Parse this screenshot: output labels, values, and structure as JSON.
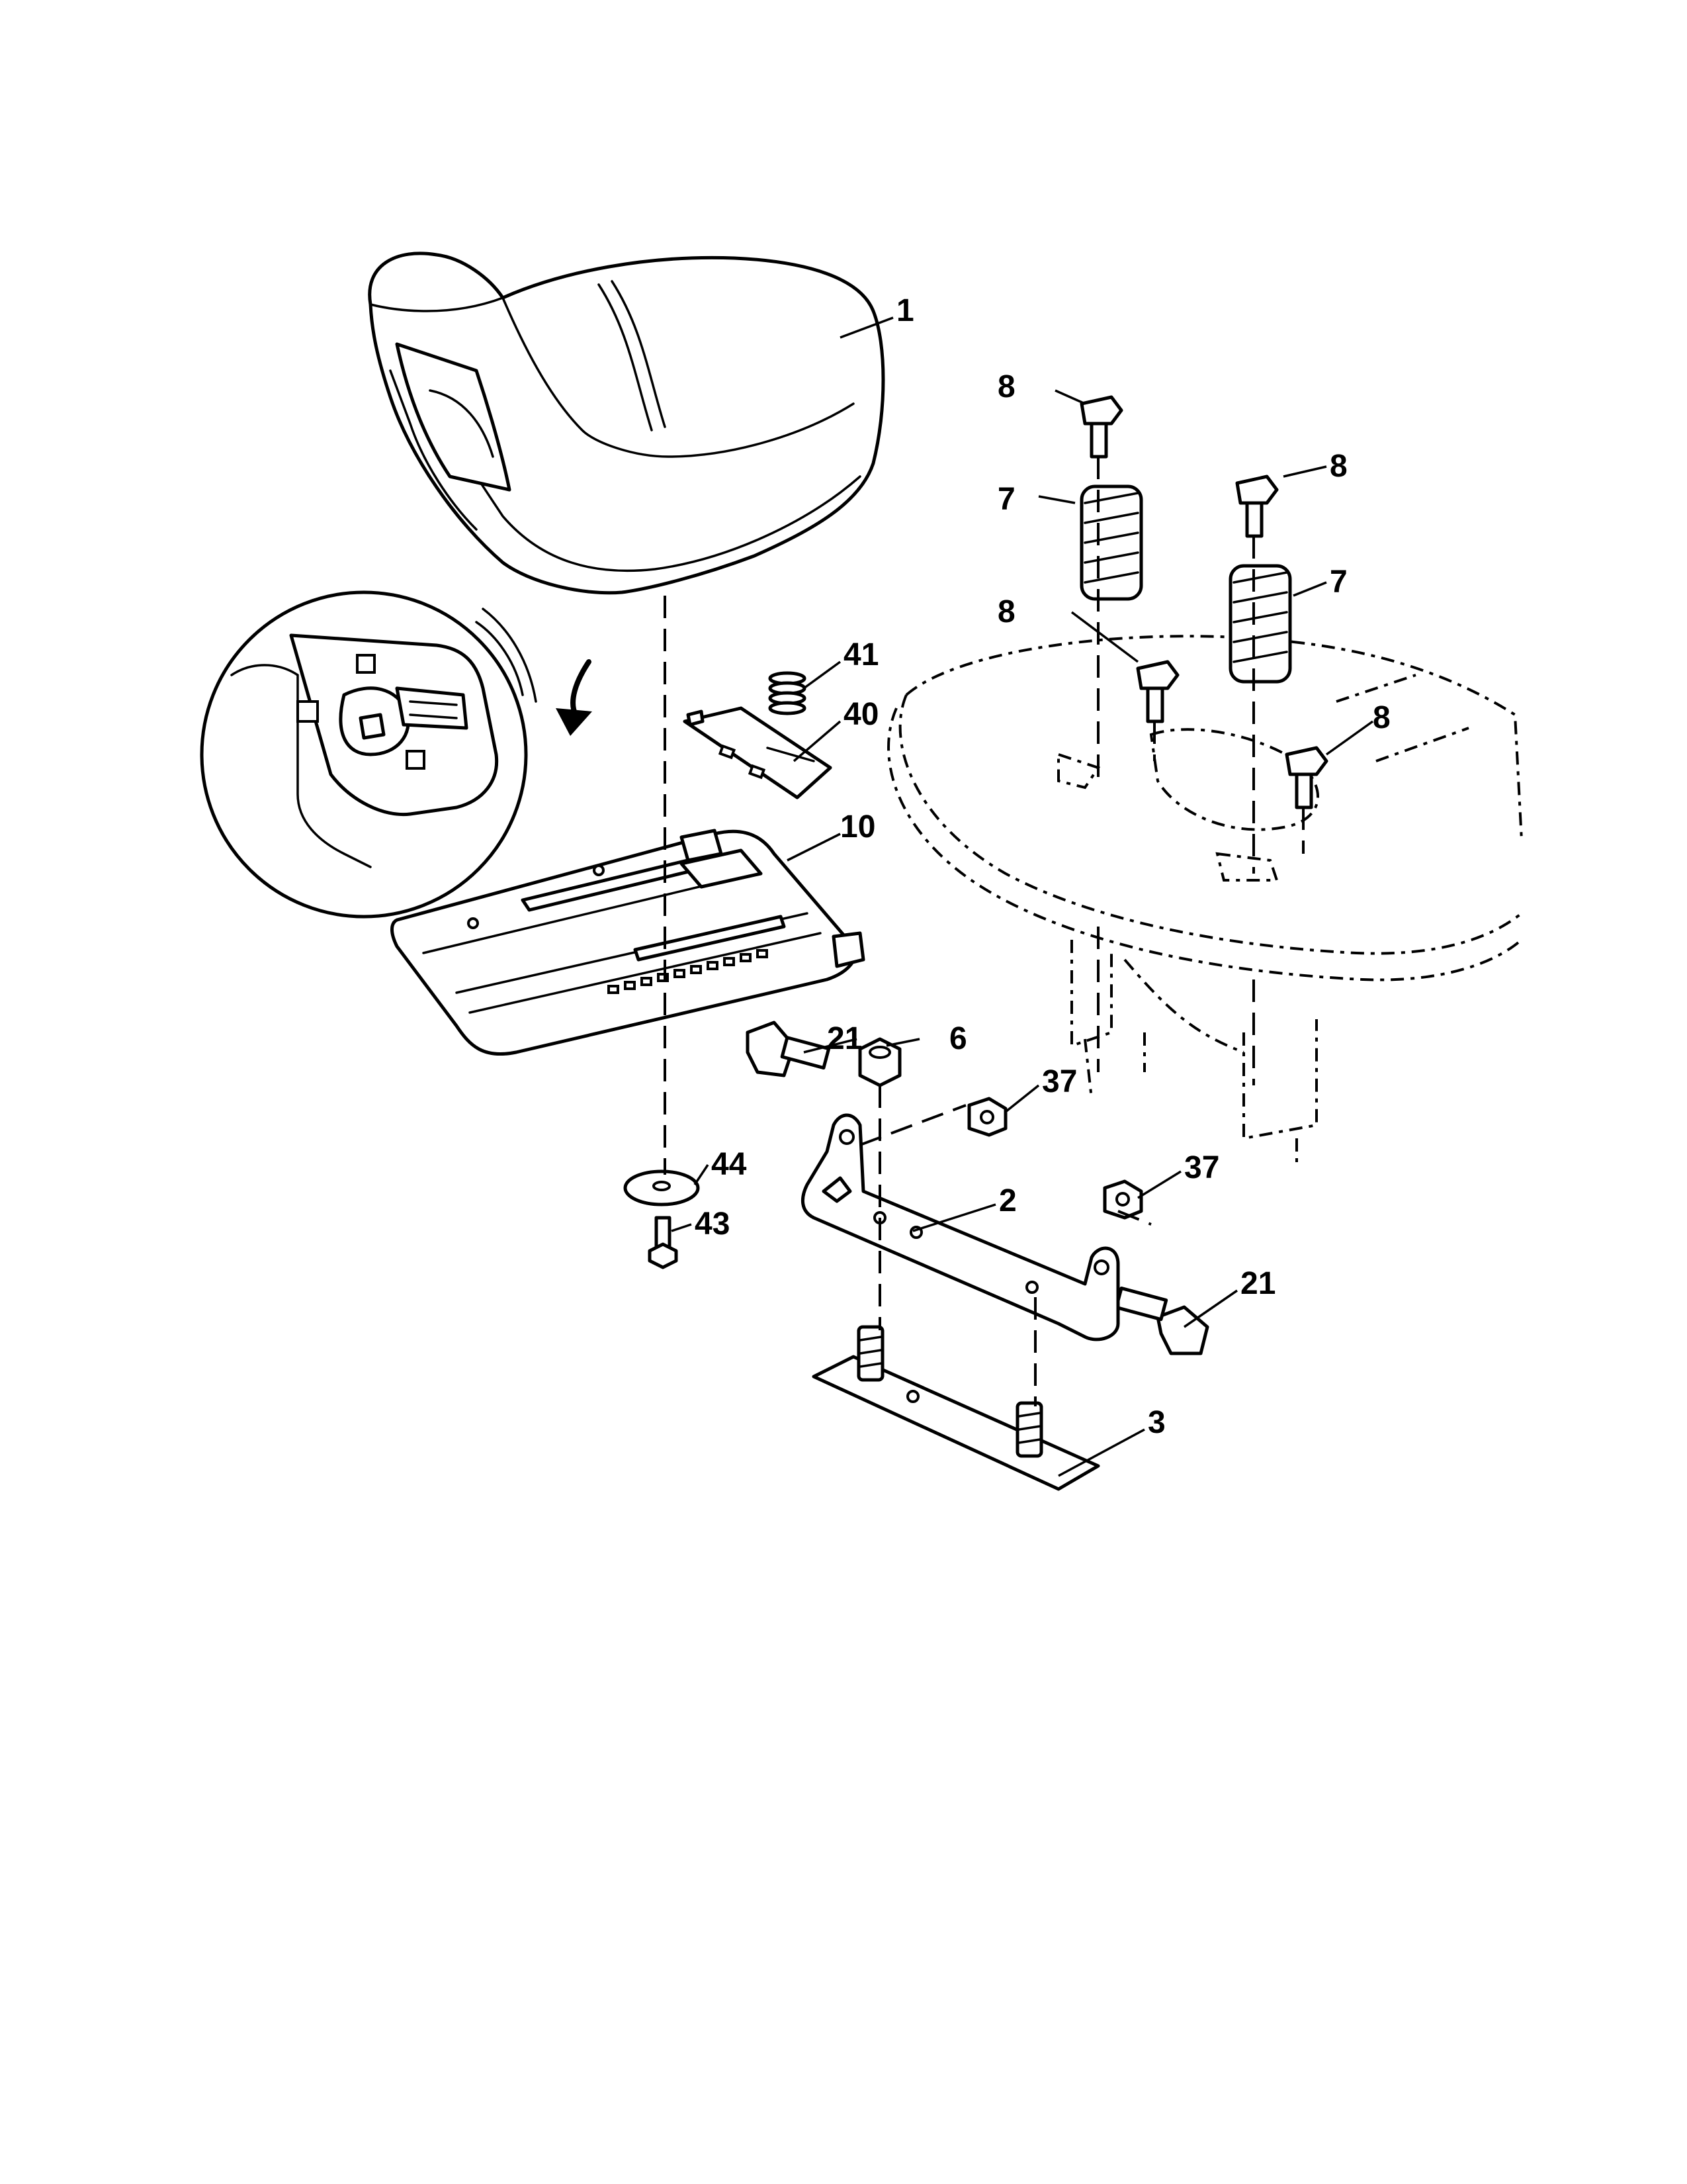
{
  "diagram": {
    "callouts": [
      {
        "id": "seat",
        "label": "1"
      },
      {
        "id": "bolt-a",
        "label": "8"
      },
      {
        "id": "bolt-b",
        "label": "8"
      },
      {
        "id": "bolt-c",
        "label": "8"
      },
      {
        "id": "bolt-d",
        "label": "8"
      },
      {
        "id": "spring-a",
        "label": "7"
      },
      {
        "id": "spring-b",
        "label": "7"
      },
      {
        "id": "small-spring",
        "label": "41"
      },
      {
        "id": "latch-bracket",
        "label": "40"
      },
      {
        "id": "seat-pan",
        "label": "10"
      },
      {
        "id": "shoulder-bolt-a",
        "label": "21"
      },
      {
        "id": "shoulder-bolt-b",
        "label": "21"
      },
      {
        "id": "nut",
        "label": "6"
      },
      {
        "id": "hex-nut-a",
        "label": "37"
      },
      {
        "id": "hex-nut-b",
        "label": "37"
      },
      {
        "id": "washer",
        "label": "44"
      },
      {
        "id": "screw",
        "label": "43"
      },
      {
        "id": "pivot-bracket",
        "label": "2"
      },
      {
        "id": "seat-plate",
        "label": "3"
      }
    ]
  }
}
